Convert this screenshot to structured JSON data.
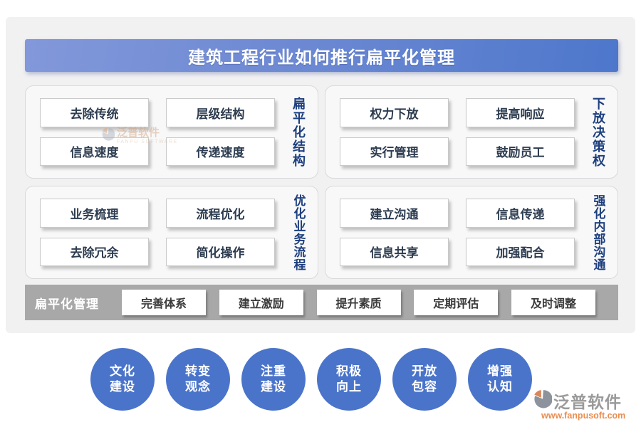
{
  "title": "建筑工程行业如何推行扁平化管理",
  "quadrants": [
    {
      "label": "扁平化结构",
      "items": [
        "去除传统",
        "层级结构",
        "信息速度",
        "传递速度"
      ]
    },
    {
      "label": "下放决策权",
      "items": [
        "权力下放",
        "提高响应",
        "实行管理",
        "鼓励员工"
      ]
    },
    {
      "label": "优化业务流程",
      "items": [
        "业务梳理",
        "流程优化",
        "去除冗余",
        "简化操作"
      ]
    },
    {
      "label": "强化内部沟通",
      "items": [
        "建立沟通",
        "信息传递",
        "信息共享",
        "加强配合"
      ]
    }
  ],
  "bottom_bar": {
    "label": "扁平化管理",
    "items": [
      "完善体系",
      "建立激励",
      "提升素质",
      "定期评估",
      "及时调整"
    ]
  },
  "circles": [
    "文化\n建设",
    "转变\n观念",
    "注重\n建设",
    "积极\n向上",
    "开放\n包容",
    "增强\n认知"
  ],
  "watermark": {
    "brand": "泛普软件",
    "brand_en": "FANPU SOFTWARE",
    "url": "www.fanpusoft.com"
  },
  "colors": {
    "title_blue_left": "#8298da",
    "title_blue_right": "#4d77cb",
    "circle_blue": "#4a74ca",
    "label_navy": "#1e3f7e",
    "bar_gray": "#a8a8a8",
    "watermark_orange": "#e98d4f",
    "watermark_gray": "#9a9a9a"
  }
}
